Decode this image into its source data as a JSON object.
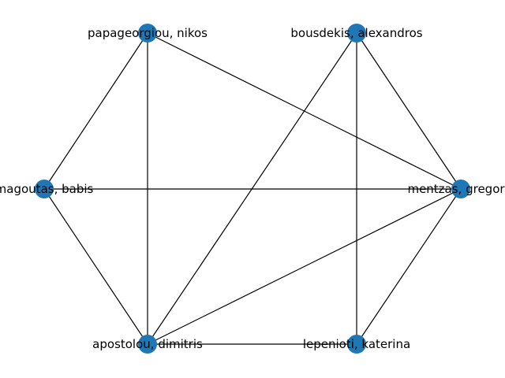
{
  "graph": {
    "node_color": "#1f77b4",
    "edge_color": "#000000",
    "nodes": [
      {
        "id": "papageorgiou",
        "label": "papageorgiou, nikos"
      },
      {
        "id": "bousdekis",
        "label": "bousdekis, alexandros"
      },
      {
        "id": "magoutas",
        "label": "magoutas, babis"
      },
      {
        "id": "mentzas",
        "label": "mentzas, gregoris"
      },
      {
        "id": "apostolou",
        "label": "apostolou, dimitris"
      },
      {
        "id": "lepenioti",
        "label": "lepenioti, katerina"
      }
    ],
    "edges": [
      [
        "papageorgiou",
        "magoutas"
      ],
      [
        "papageorgiou",
        "apostolou"
      ],
      [
        "papageorgiou",
        "mentzas"
      ],
      [
        "bousdekis",
        "apostolou"
      ],
      [
        "bousdekis",
        "lepenioti"
      ],
      [
        "bousdekis",
        "mentzas"
      ],
      [
        "magoutas",
        "mentzas"
      ],
      [
        "magoutas",
        "apostolou"
      ],
      [
        "mentzas",
        "apostolou"
      ],
      [
        "mentzas",
        "lepenioti"
      ],
      [
        "apostolou",
        "lepenioti"
      ]
    ]
  }
}
